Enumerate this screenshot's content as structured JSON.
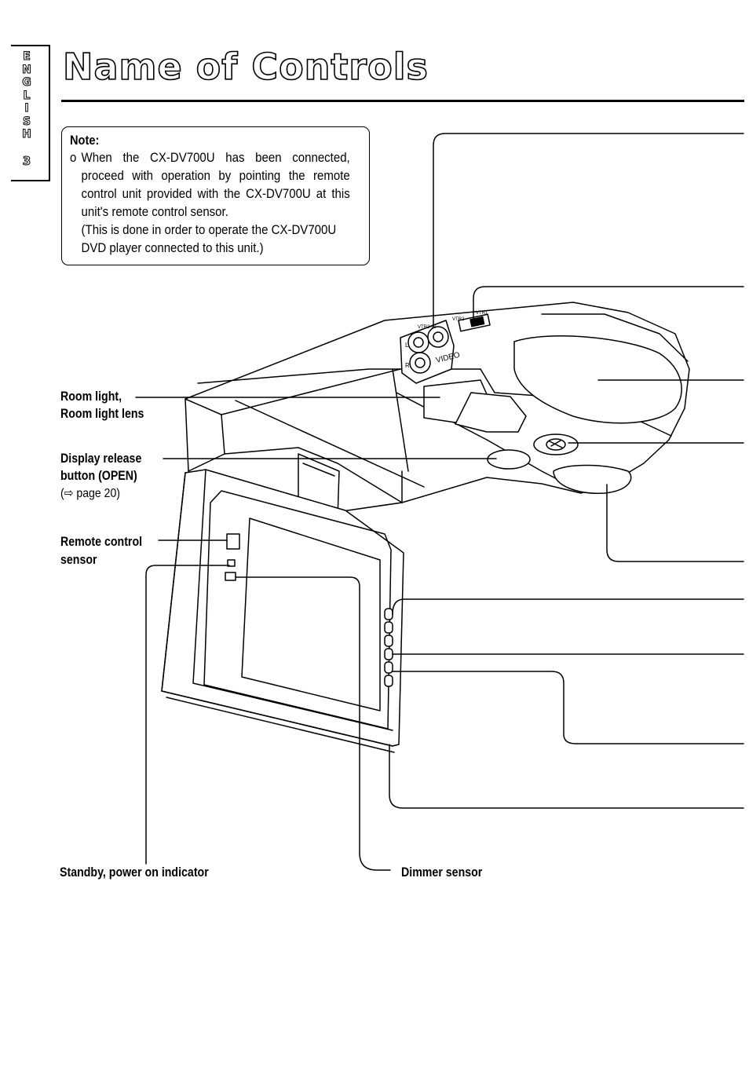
{
  "sidebar": {
    "letters": [
      "E",
      "N",
      "G",
      "L",
      "I",
      "S",
      "H"
    ],
    "page_number": "3"
  },
  "header": {
    "title": "Name of Controls"
  },
  "note": {
    "title": "Note:",
    "bullet": "o",
    "text": "When the CX-DV700U has been connected, proceed with operation by pointing the remote control unit provided with the CX-DV700U at this unit's remote control sensor.",
    "continuation_1": "(This is done in order to operate the CX-DV700U",
    "continuation_2": "DVD player connected to this unit.)"
  },
  "diagram": {
    "jack_labels": {
      "vtr2_in": "VTR2-IN",
      "left": "L",
      "right": "R",
      "video": "VIDEO",
      "vtr2": "VTR2",
      "vtr1": "VTR1"
    }
  },
  "labels": {
    "room_light_1": "Room light,",
    "room_light_2": "Room light lens",
    "display_release_1": "Display release",
    "display_release_2": "button (OPEN)",
    "display_release_ref": "(⇨ page 20)",
    "remote_sensor_1": "Remote control",
    "remote_sensor_2": "sensor",
    "standby_indicator": "Standby, power on indicator",
    "dimmer_sensor": "Dimmer sensor"
  }
}
